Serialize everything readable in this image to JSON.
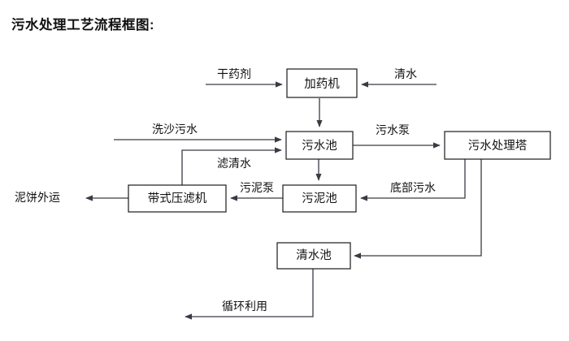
{
  "title": "污水处理工艺流程框图:",
  "diagram": {
    "type": "flowchart",
    "orientation": "top-down-left-right",
    "line_color": "#3a3a44",
    "box_border_color": "#1a1a1a",
    "box_fill_color": "#ffffff",
    "text_color": "#111111",
    "nodes": [
      {
        "id": "dosing_machine",
        "label": "加药机"
      },
      {
        "id": "wastewater_pool",
        "label": "污水池"
      },
      {
        "id": "treatment_tower",
        "label": "污水处理塔"
      },
      {
        "id": "belt_filter_press",
        "label": "带式压滤机"
      },
      {
        "id": "sludge_pool",
        "label": "污泥池"
      },
      {
        "id": "clean_water_pool",
        "label": "清水池"
      }
    ],
    "terminals": [
      {
        "id": "dry_chemical",
        "label": "干药剂"
      },
      {
        "id": "clean_water_in",
        "label": "清水"
      },
      {
        "id": "sand_wash_water",
        "label": "洗沙污水"
      },
      {
        "id": "mud_cake_out",
        "label": "泥饼外运"
      },
      {
        "id": "recycle_use",
        "label": "循环利用"
      }
    ],
    "edges": [
      {
        "id": "e_dry_chemical",
        "label": "干药剂",
        "from": "dry_chemical",
        "to": "dosing_machine"
      },
      {
        "id": "e_clean_water",
        "label": "清水",
        "from": "clean_water_in",
        "to": "dosing_machine"
      },
      {
        "id": "e_dose_to_pool",
        "label": "",
        "from": "dosing_machine",
        "to": "wastewater_pool"
      },
      {
        "id": "e_sand_wash",
        "label": "洗沙污水",
        "from": "sand_wash_water",
        "to": "wastewater_pool"
      },
      {
        "id": "e_filtrate",
        "label": "滤清水",
        "from": "belt_filter_press",
        "to": "wastewater_pool"
      },
      {
        "id": "e_sewage_pump",
        "label": "污水泵",
        "from": "wastewater_pool",
        "to": "treatment_tower"
      },
      {
        "id": "e_pool_to_sludge",
        "label": "",
        "from": "wastewater_pool",
        "to": "sludge_pool"
      },
      {
        "id": "e_bottom_sewage",
        "label": "底部污水",
        "from": "treatment_tower",
        "to": "sludge_pool"
      },
      {
        "id": "e_sludge_pump",
        "label": "污泥泵",
        "from": "sludge_pool",
        "to": "belt_filter_press"
      },
      {
        "id": "e_mud_cake",
        "label": "泥饼外运",
        "from": "belt_filter_press",
        "to": "mud_cake_out"
      },
      {
        "id": "e_tower_to_clean",
        "label": "",
        "from": "treatment_tower",
        "to": "clean_water_pool"
      },
      {
        "id": "e_recycle",
        "label": "循环利用",
        "from": "clean_water_pool",
        "to": "recycle_use"
      }
    ]
  }
}
